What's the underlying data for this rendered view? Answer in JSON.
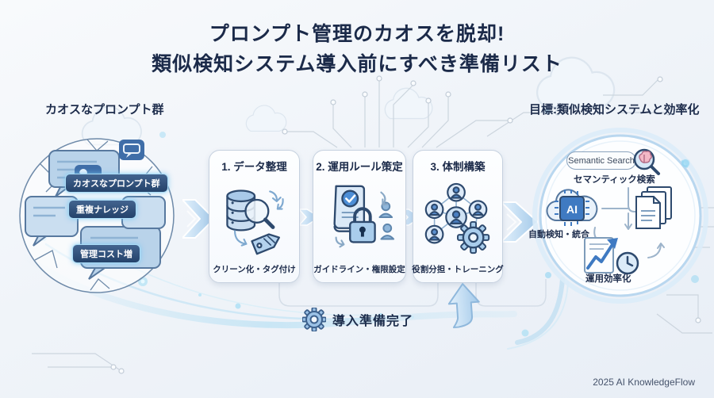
{
  "title": {
    "line1": "プロンプト管理のカオスを脱却!",
    "line2": "類似検知システム導入前にすべき準備リスト"
  },
  "left_cluster": {
    "heading": "カオスなプロンプト群",
    "tags": [
      {
        "label": "カオスなプロンプト群"
      },
      {
        "label": "重複ナレッジ"
      },
      {
        "label": "管理コスト増"
      }
    ],
    "icons": [
      "chat-bubble-icon",
      "chat-exchange-icon"
    ]
  },
  "steps": [
    {
      "title": "1. データ整理",
      "caption": "クリーン化・タグ付け",
      "icon": "database-search-tag-icon"
    },
    {
      "title": "2. 運用ルール策定",
      "caption": "ガイドライン・権限設定",
      "icon": "rulebook-lock-users-icon"
    },
    {
      "title": "3. 体制構築",
      "caption": "役割分担・トレーニング",
      "icon": "team-network-gear-icon"
    }
  ],
  "goal": {
    "heading": "目標:類似検知システムと効率化",
    "badge": "Semantic Search",
    "semantic_label": "セマンティック検索",
    "auto_label": "自動検知・統合",
    "efficiency_label": "運用効率化",
    "chip": "AI",
    "icons": [
      "magnifier-brain-icon",
      "cloud-ai-chip-icon",
      "documents-stack-icon",
      "growth-chart-clock-icon"
    ]
  },
  "bottom": {
    "ready_label": "導入準備完了",
    "icon": "gear-icon"
  },
  "footer": {
    "credit": "2025 AI KnowledgeFlow"
  },
  "colors": {
    "accent": "#4a7fc1",
    "navy": "#1b2a49",
    "arrow_blue": "#aecfeb",
    "glow_cyan": "#8fd4f2"
  }
}
